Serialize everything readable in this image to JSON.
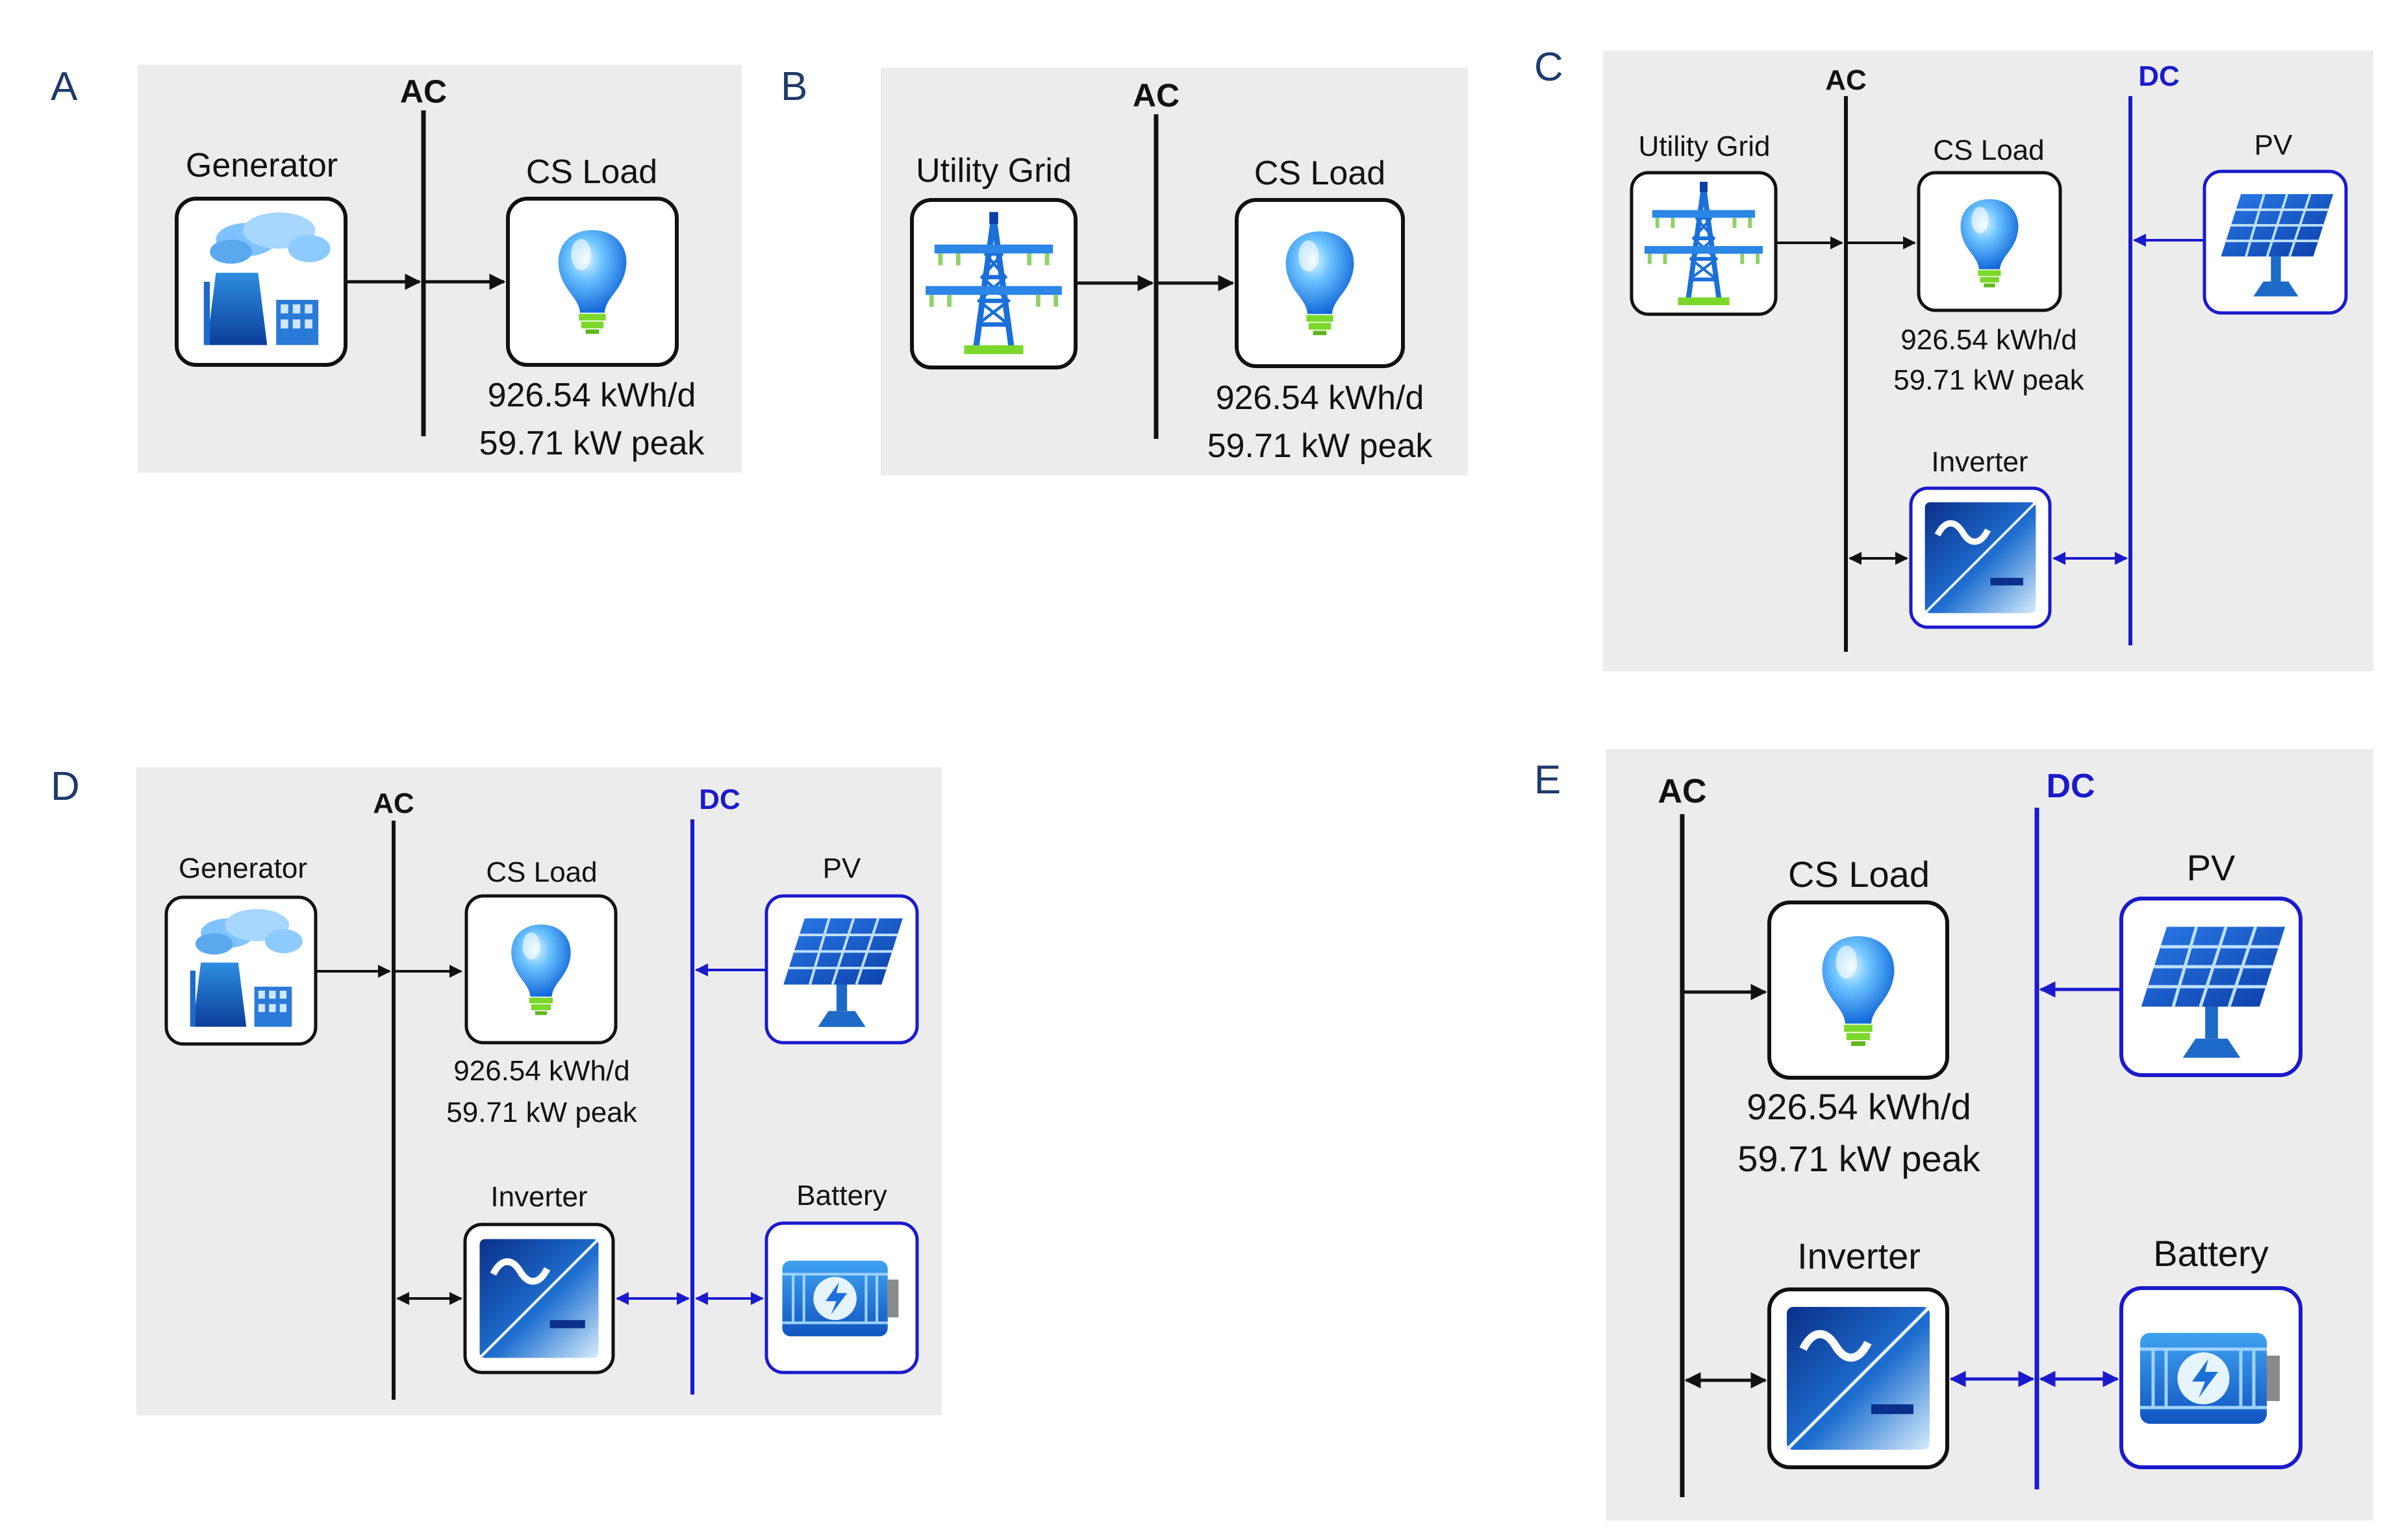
{
  "colors": {
    "panel_bg": "#ececec",
    "ac_bus": "#111111",
    "dc_bus": "#1a1acc",
    "panel_letter": "#1f3a6b",
    "icon_blue": "#1f7fe0",
    "bulb_green": "#7ad82a"
  },
  "panels": {
    "A": {
      "letter": "A",
      "ac_label": "AC",
      "generator_label": "Generator",
      "load_label": "CS Load",
      "load_energy": "926.54 kWh/d",
      "load_peak": "59.71 kW peak"
    },
    "B": {
      "letter": "B",
      "ac_label": "AC",
      "grid_label": "Utility Grid",
      "load_label": "CS Load",
      "load_energy": "926.54 kWh/d",
      "load_peak": "59.71 kW peak"
    },
    "C": {
      "letter": "C",
      "ac_label": "AC",
      "dc_label": "DC",
      "grid_label": "Utility Grid",
      "load_label": "CS Load",
      "load_energy": "926.54 kWh/d",
      "load_peak": "59.71 kW peak",
      "pv_label": "PV",
      "inverter_label": "Inverter"
    },
    "D": {
      "letter": "D",
      "ac_label": "AC",
      "dc_label": "DC",
      "generator_label": "Generator",
      "load_label": "CS Load",
      "load_energy": "926.54 kWh/d",
      "load_peak": "59.71 kW peak",
      "pv_label": "PV",
      "inverter_label": "Inverter",
      "battery_label": "Battery"
    },
    "E": {
      "letter": "E",
      "ac_label": "AC",
      "dc_label": "DC",
      "load_label": "CS Load",
      "load_energy": "926.54 kWh/d",
      "load_peak": "59.71 kW peak",
      "pv_label": "PV",
      "inverter_label": "Inverter",
      "battery_label": "Battery"
    }
  }
}
